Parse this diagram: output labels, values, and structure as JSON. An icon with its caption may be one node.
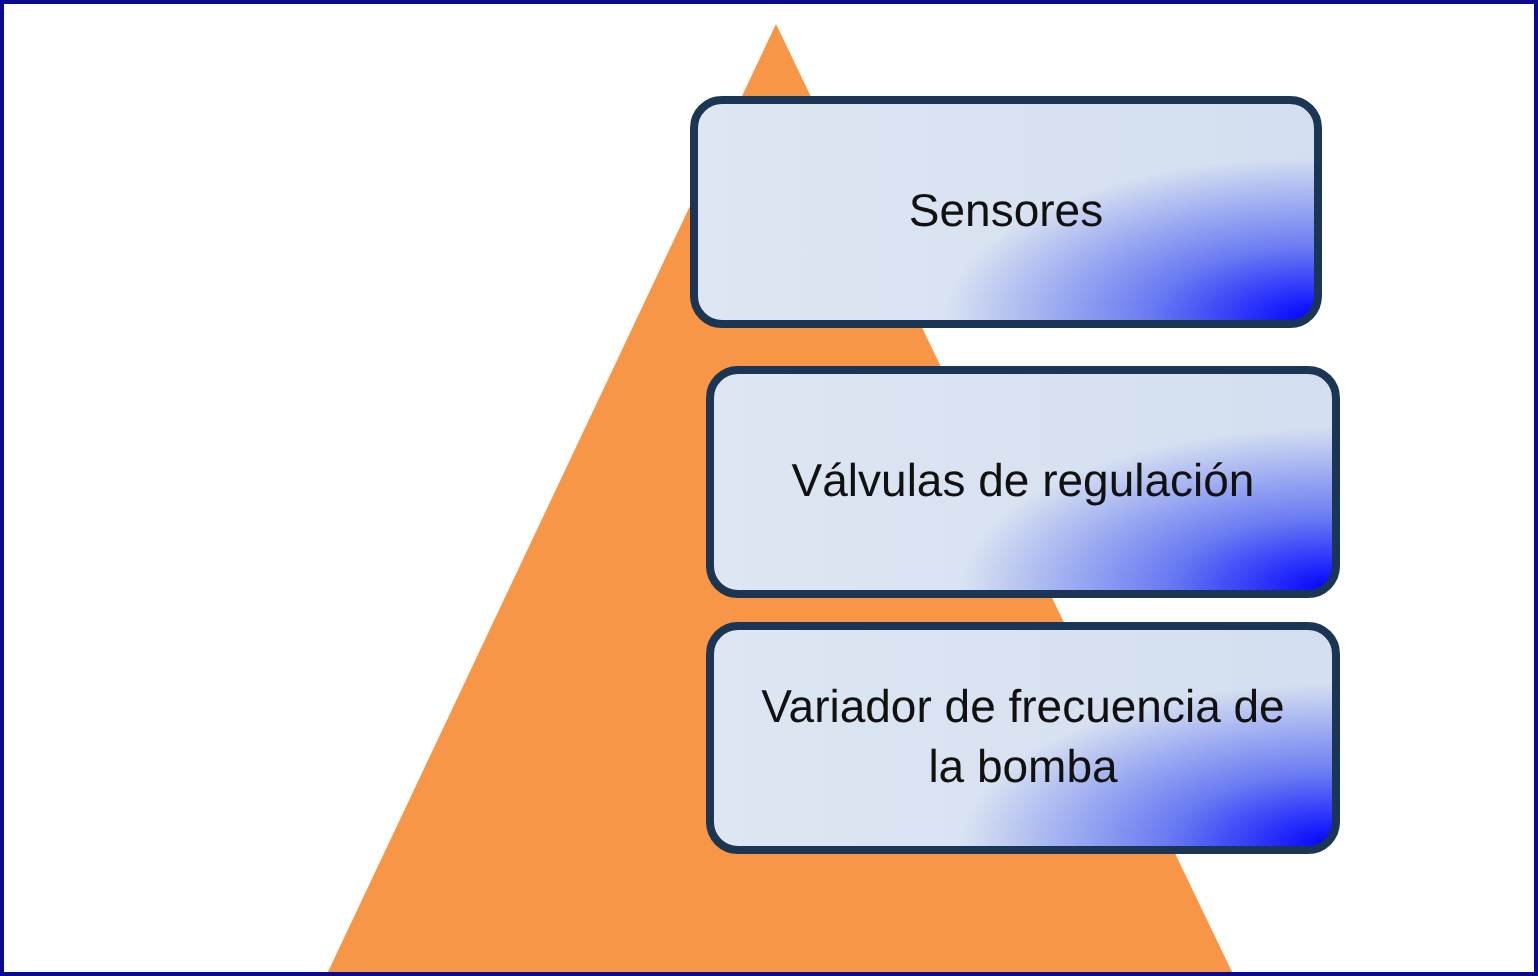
{
  "diagram": {
    "nodes": [
      {
        "text": [
          "Sensores"
        ]
      },
      {
        "text": [
          "Válvulas de regulación"
        ]
      },
      {
        "text": [
          "Variador de frecuencia de la bomba"
        ]
      }
    ]
  }
}
